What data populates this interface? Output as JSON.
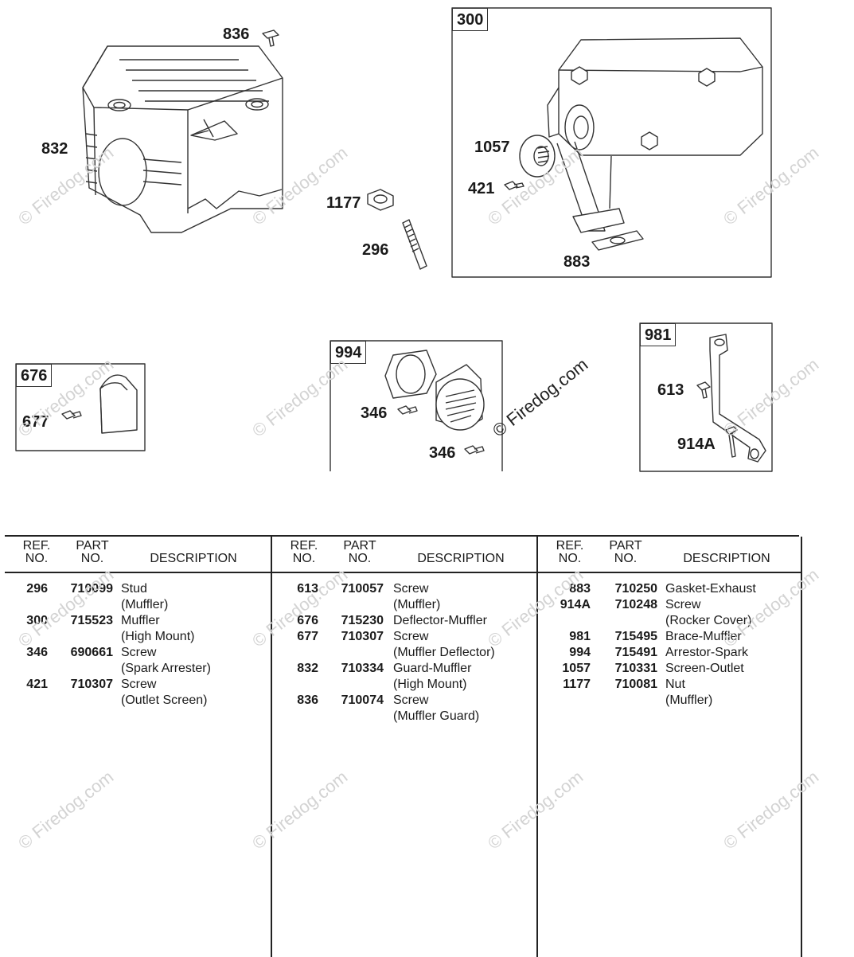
{
  "callouts": {
    "c836": "836",
    "c832": "832",
    "c1177": "1177",
    "c296": "296",
    "c300": "300",
    "c1057": "1057",
    "c421": "421",
    "c883": "883",
    "c676": "676",
    "c677": "677",
    "c994": "994",
    "c346a": "346",
    "c346b": "346",
    "c981": "981",
    "c613": "613",
    "c914A": "914A"
  },
  "watermark": {
    "text": "© Firedog.com"
  },
  "table": {
    "headers": {
      "ref_top": "REF.",
      "ref_bot": "NO.",
      "part_top": "PART",
      "part_bot": "NO.",
      "desc": "DESCRIPTION"
    },
    "columns": [
      {
        "rows": [
          {
            "ref": "296",
            "part": "710099",
            "desc": "Stud",
            "sub": "(Muffler)"
          },
          {
            "ref": "300",
            "part": "715523",
            "desc": "Muffler",
            "sub": "(High Mount)"
          },
          {
            "ref": "346",
            "part": "690661",
            "desc": "Screw",
            "sub": "(Spark Arrester)"
          },
          {
            "ref": "421",
            "part": "710307",
            "desc": "Screw",
            "sub": "(Outlet Screen)"
          }
        ]
      },
      {
        "rows": [
          {
            "ref": "613",
            "part": "710057",
            "desc": "Screw",
            "sub": "(Muffler)"
          },
          {
            "ref": "676",
            "part": "715230",
            "desc": "Deflector-Muffler",
            "sub": ""
          },
          {
            "ref": "677",
            "part": "710307",
            "desc": "Screw",
            "sub": "(Muffler Deflector)"
          },
          {
            "ref": "832",
            "part": "710334",
            "desc": "Guard-Muffler",
            "sub": "(High Mount)"
          },
          {
            "ref": "836",
            "part": "710074",
            "desc": "Screw",
            "sub": "(Muffler Guard)"
          }
        ]
      },
      {
        "rows": [
          {
            "ref": "883",
            "part": "710250",
            "desc": "Gasket-Exhaust",
            "sub": ""
          },
          {
            "ref": "914A",
            "part": "710248",
            "desc": "Screw",
            "sub": "(Rocker Cover)"
          },
          {
            "ref": "981",
            "part": "715495",
            "desc": "Brace-Muffler",
            "sub": ""
          },
          {
            "ref": "994",
            "part": "715491",
            "desc": "Arrestor-Spark",
            "sub": ""
          },
          {
            "ref": "1057",
            "part": "710331",
            "desc": "Screen-Outlet",
            "sub": ""
          },
          {
            "ref": "1177",
            "part": "710081",
            "desc": "Nut",
            "sub": "(Muffler)"
          }
        ]
      }
    ]
  }
}
